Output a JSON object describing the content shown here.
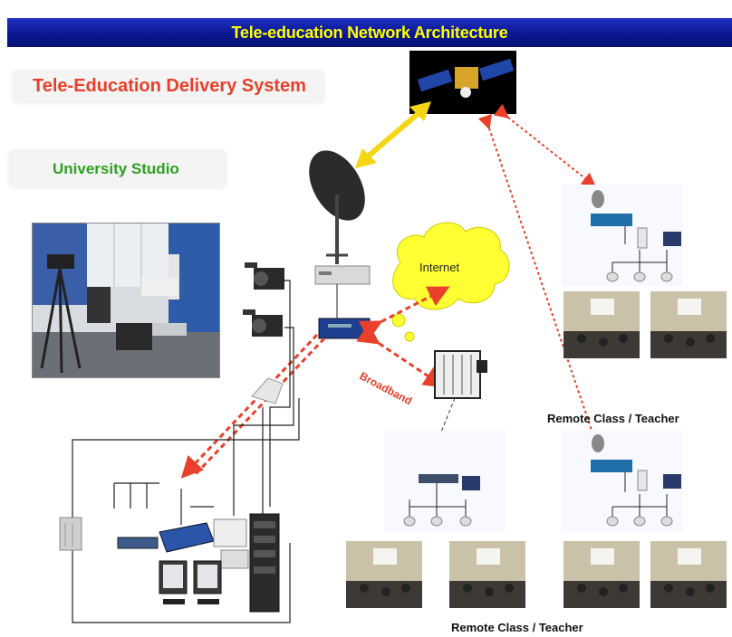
{
  "header": {
    "title": "Tele-education Network Architecture"
  },
  "labels": {
    "delivery_system": "Tele-Education Delivery System",
    "studio": "University Studio",
    "internet": "Internet",
    "broadband": "Broadband",
    "remote_caption_upper": "Remote Class / Teacher",
    "remote_caption_lower": "Remote Class / Teacher"
  },
  "colors": {
    "title_text": "#ffff00",
    "title_bar": "#0a1690",
    "delivery_system_text": "#e8402a",
    "studio_text": "#2ea023",
    "satellite_link": "#f5d614",
    "dashed_link": "#e8402a",
    "cloud": "#ffff33"
  },
  "icons": [
    "satellite-icon",
    "satellite-dish-icon",
    "internet-cloud-icon",
    "camera-icon",
    "router-icon",
    "computer-monitor-icon",
    "server-rack-icon"
  ]
}
